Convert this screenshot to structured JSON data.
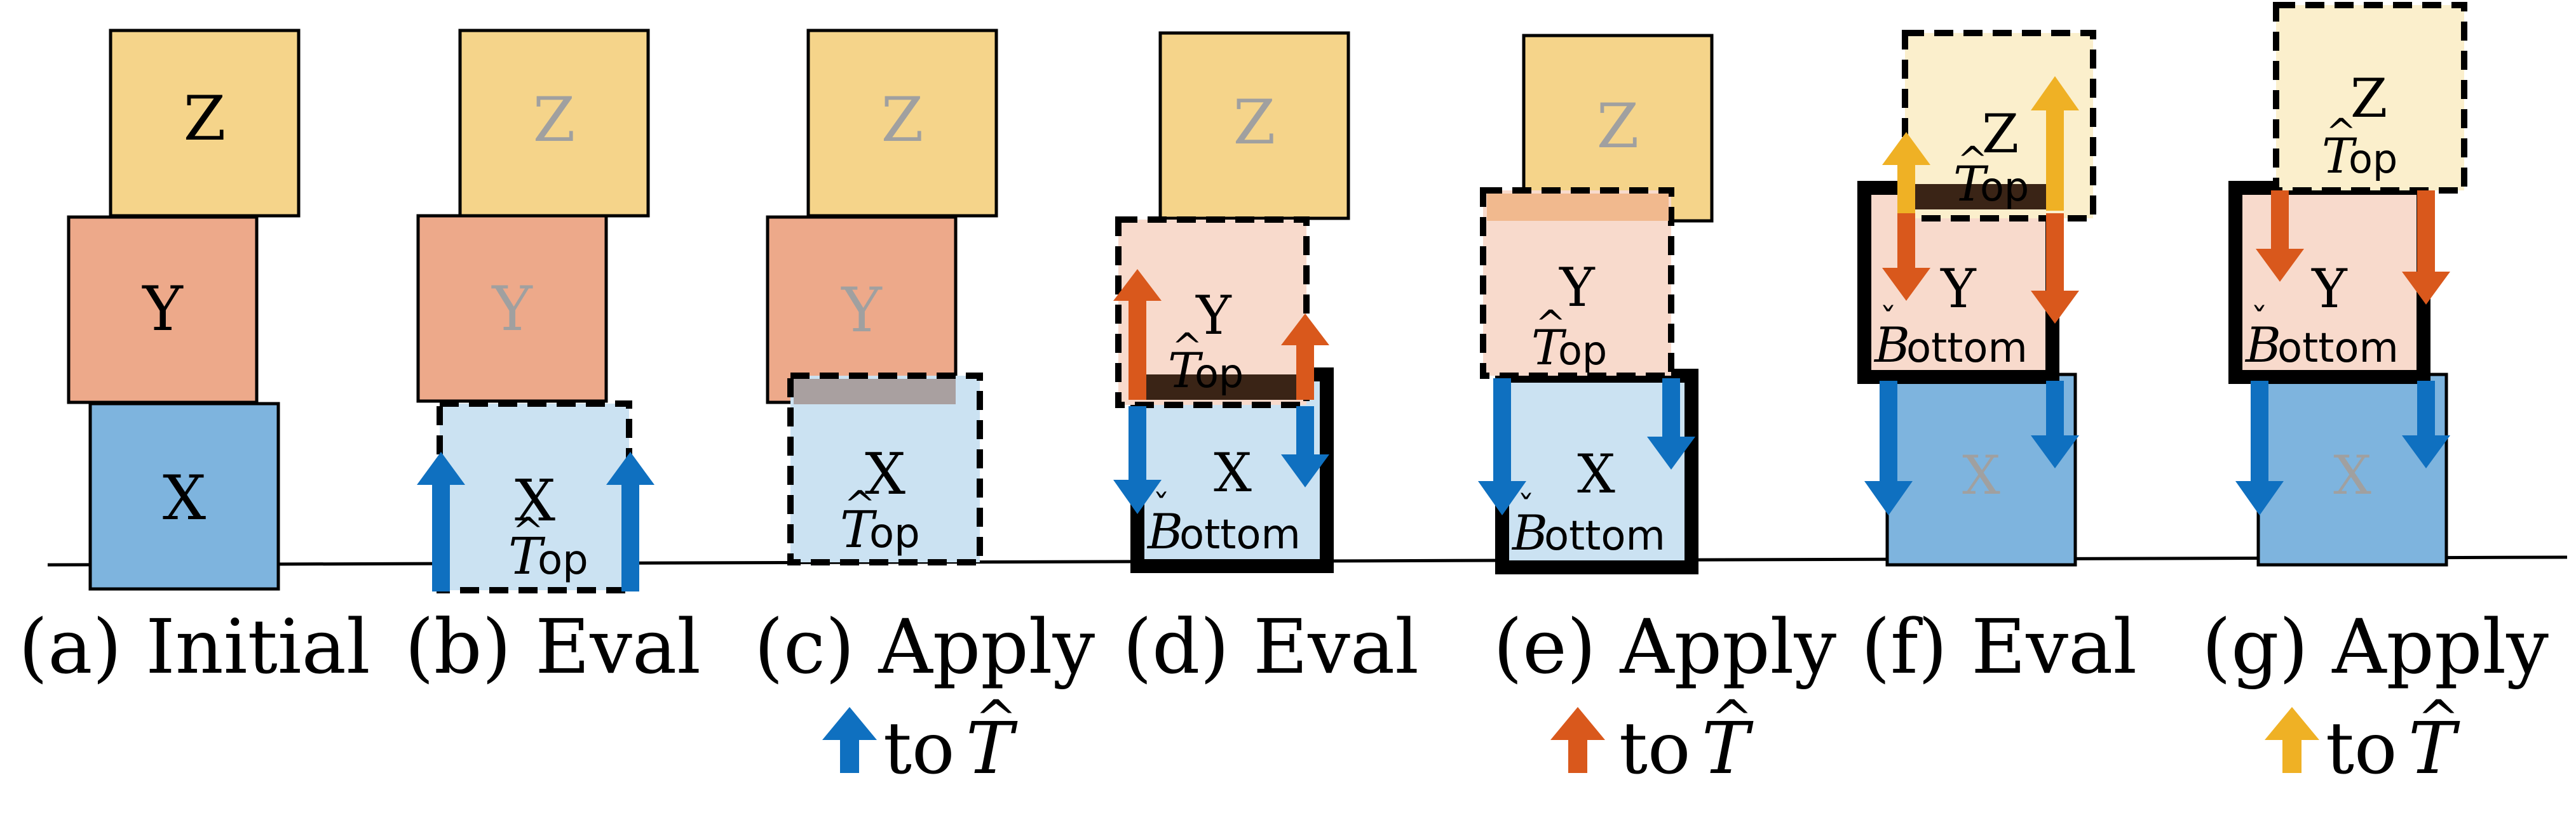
{
  "colors": {
    "z": "#F5D48A",
    "z_faded": "#FBEFCC",
    "y": "#EDA98A",
    "y_faded": "#F8DACC",
    "x": "#7EB4DE",
    "x_faded": "#CBE2F2",
    "blue_arrow": "#0F70C0",
    "orange_arrow": "#D9581C",
    "yellow_arrow": "#EFB125",
    "gray_text": "#A0A0A0",
    "black": "#000000"
  },
  "blocks": {
    "z": "Z",
    "y": "Y",
    "x": "X"
  },
  "subtitles": {
    "top": "op",
    "bottom": "ottom"
  },
  "panels": [
    {
      "id": "a",
      "caption": "(a) Initial",
      "sub": ""
    },
    {
      "id": "b",
      "caption": "(b) Eval",
      "sub": ""
    },
    {
      "id": "c",
      "caption": "(c) Apply",
      "sub": "to",
      "sub_var": "T"
    },
    {
      "id": "d",
      "caption": "(d) Eval",
      "sub": ""
    },
    {
      "id": "e",
      "caption": "(e) Apply",
      "sub": "to",
      "sub_var": "T"
    },
    {
      "id": "f",
      "caption": "(f) Eval",
      "sub": ""
    },
    {
      "id": "g",
      "caption": "(g) Apply",
      "sub": "to",
      "sub_var": "T"
    }
  ]
}
